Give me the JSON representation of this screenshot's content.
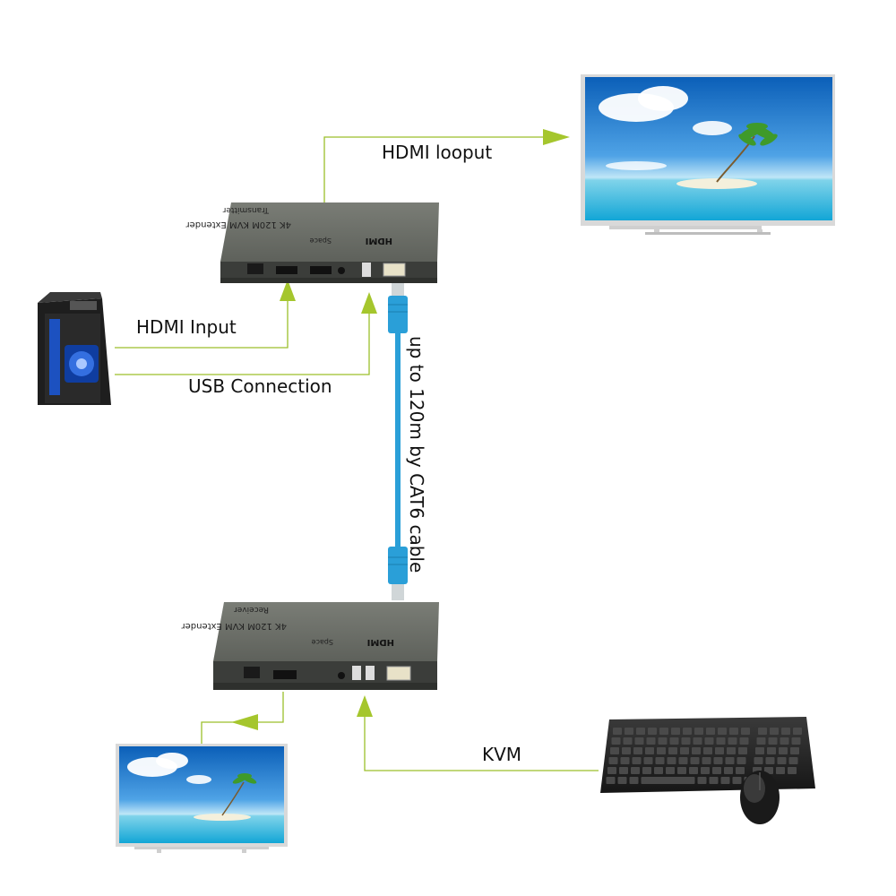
{
  "labels": {
    "hdmi_looput": "HDMI looput",
    "hdmi_input": "HDMI Input",
    "usb_connection": "USB Connection",
    "cable": "up to 120m by CAT6 cable",
    "kvm": "KVM"
  },
  "transmitter": {
    "role": "Transmitter",
    "model": "4K 120M KVM Extender",
    "brand": "HDMI",
    "logo": "Space"
  },
  "receiver": {
    "role": "Receiver",
    "model": "4K 120M KVM Extender",
    "brand": "HDMI",
    "logo": "Space"
  },
  "colors": {
    "connector_line": "#9cbf2b",
    "arrow": "#a5c62d",
    "cable": "#2a9fd8",
    "device_body": "#6b6e68",
    "device_face": "#3b3d3a"
  }
}
